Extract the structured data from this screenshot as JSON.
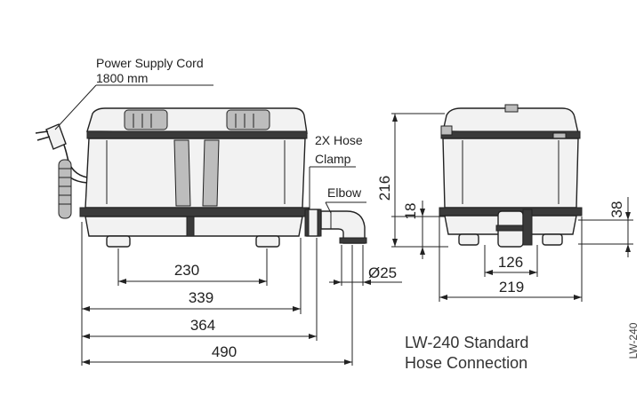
{
  "labels": {
    "power_cord_line1": "Power Supply Cord",
    "power_cord_line2": "1800 mm",
    "hose_clamp_line1": "2X Hose",
    "hose_clamp_line2": "Clamp",
    "elbow": "Elbow"
  },
  "front_view_dimensions": {
    "d230": "230",
    "d339": "339",
    "d364": "364",
    "d490": "490",
    "d25": "Ø25"
  },
  "side_view_dimensions": {
    "d216": "216",
    "d18": "18",
    "d38": "38",
    "d126": "126",
    "d219": "219"
  },
  "caption": {
    "line1": "LW-240 Standard",
    "line2": "Hose Connection"
  },
  "model_tag": "LW-240"
}
